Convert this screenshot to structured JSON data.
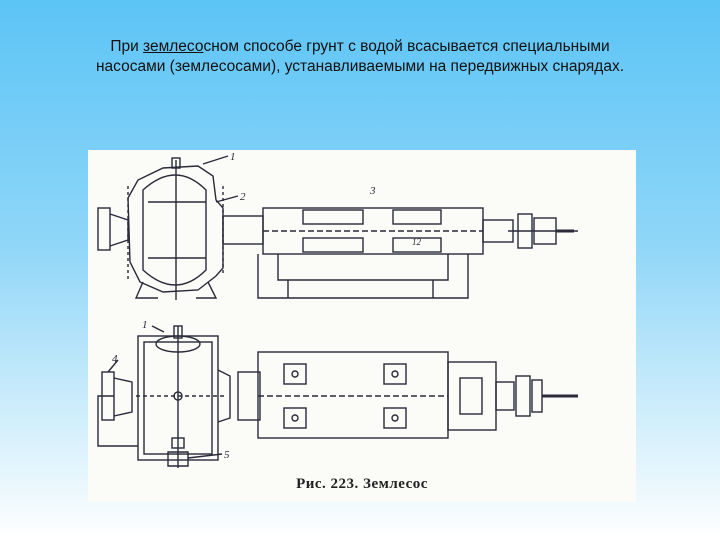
{
  "slide": {
    "text_prefix": "При ",
    "text_underlined": "землесо",
    "text_rest_line1": "сном способе грунт с водой всасывается специальными",
    "text_line2": "насосами (землесосами), устанавливаемыми на передвижных снарядах."
  },
  "figure": {
    "labels": [
      "1",
      "2",
      "3",
      "12",
      "1",
      "4",
      "5"
    ],
    "caption": "Рис. 223. Землесос"
  }
}
